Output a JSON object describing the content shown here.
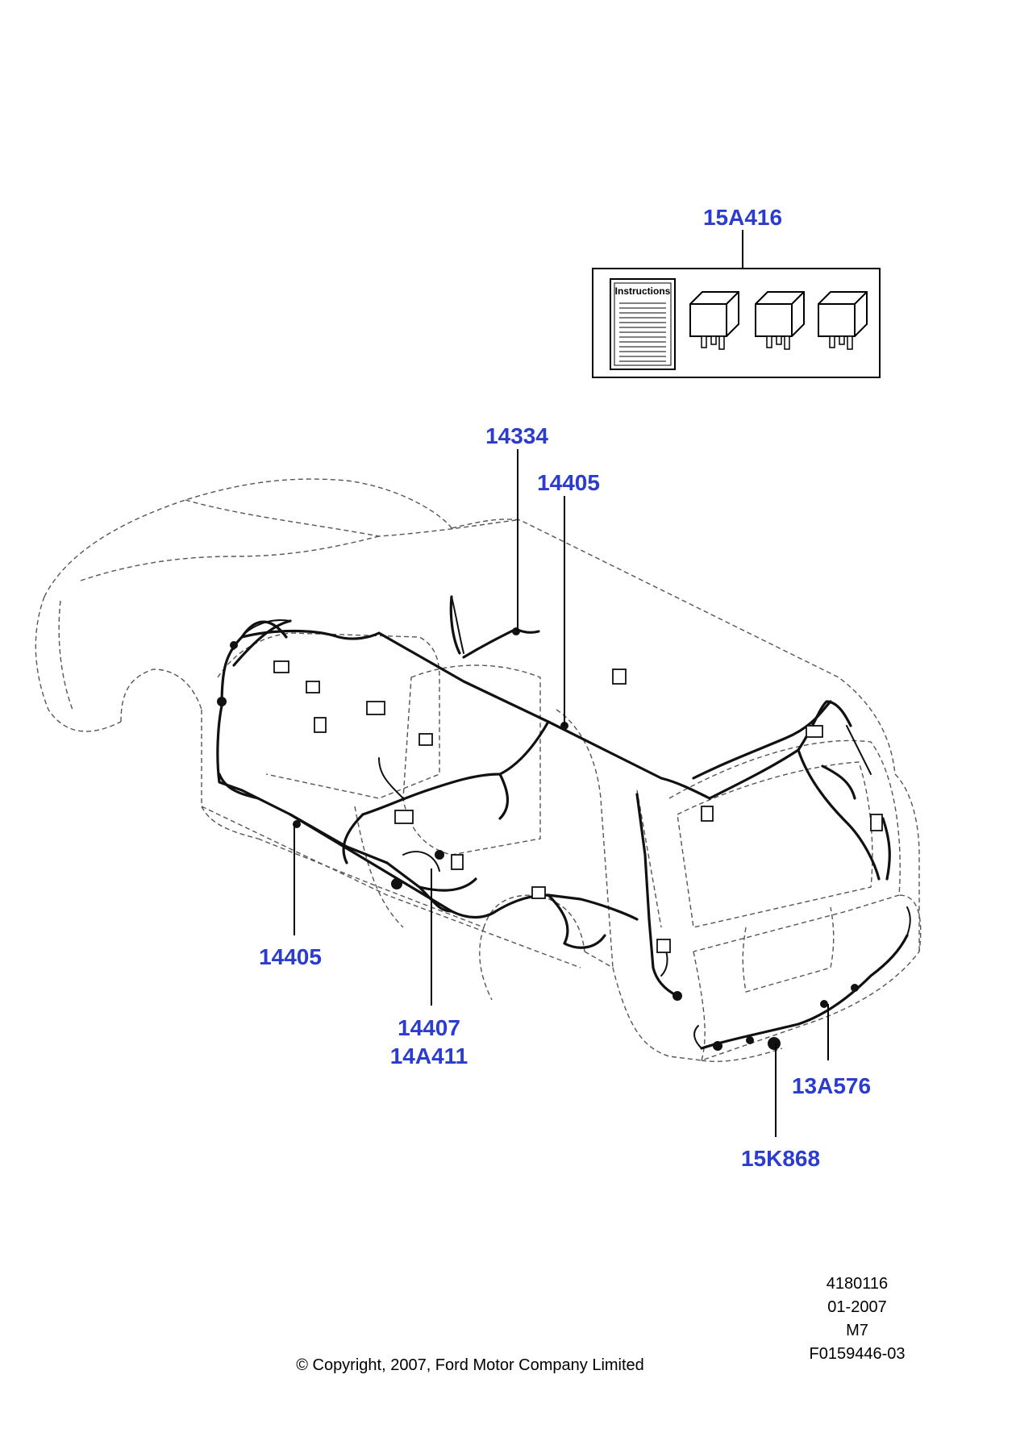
{
  "callouts": {
    "relay_kit": "15A416",
    "part_14334": "14334",
    "part_14405_top": "14405",
    "part_14405_left": "14405",
    "part_14407": "14407",
    "part_14A411": "14A411",
    "part_13A576": "13A576",
    "part_15K868": "15K868"
  },
  "instructions_sheet": {
    "title": "Instructions"
  },
  "footer": {
    "copyright": "© Copyright, 2007, Ford Motor Company Limited",
    "ref_number": "4180116",
    "date": "01-2007",
    "model": "M7",
    "figure_id": "F0159446-03"
  },
  "colors": {
    "callout": "#2b3ccf",
    "line": "#000000"
  }
}
